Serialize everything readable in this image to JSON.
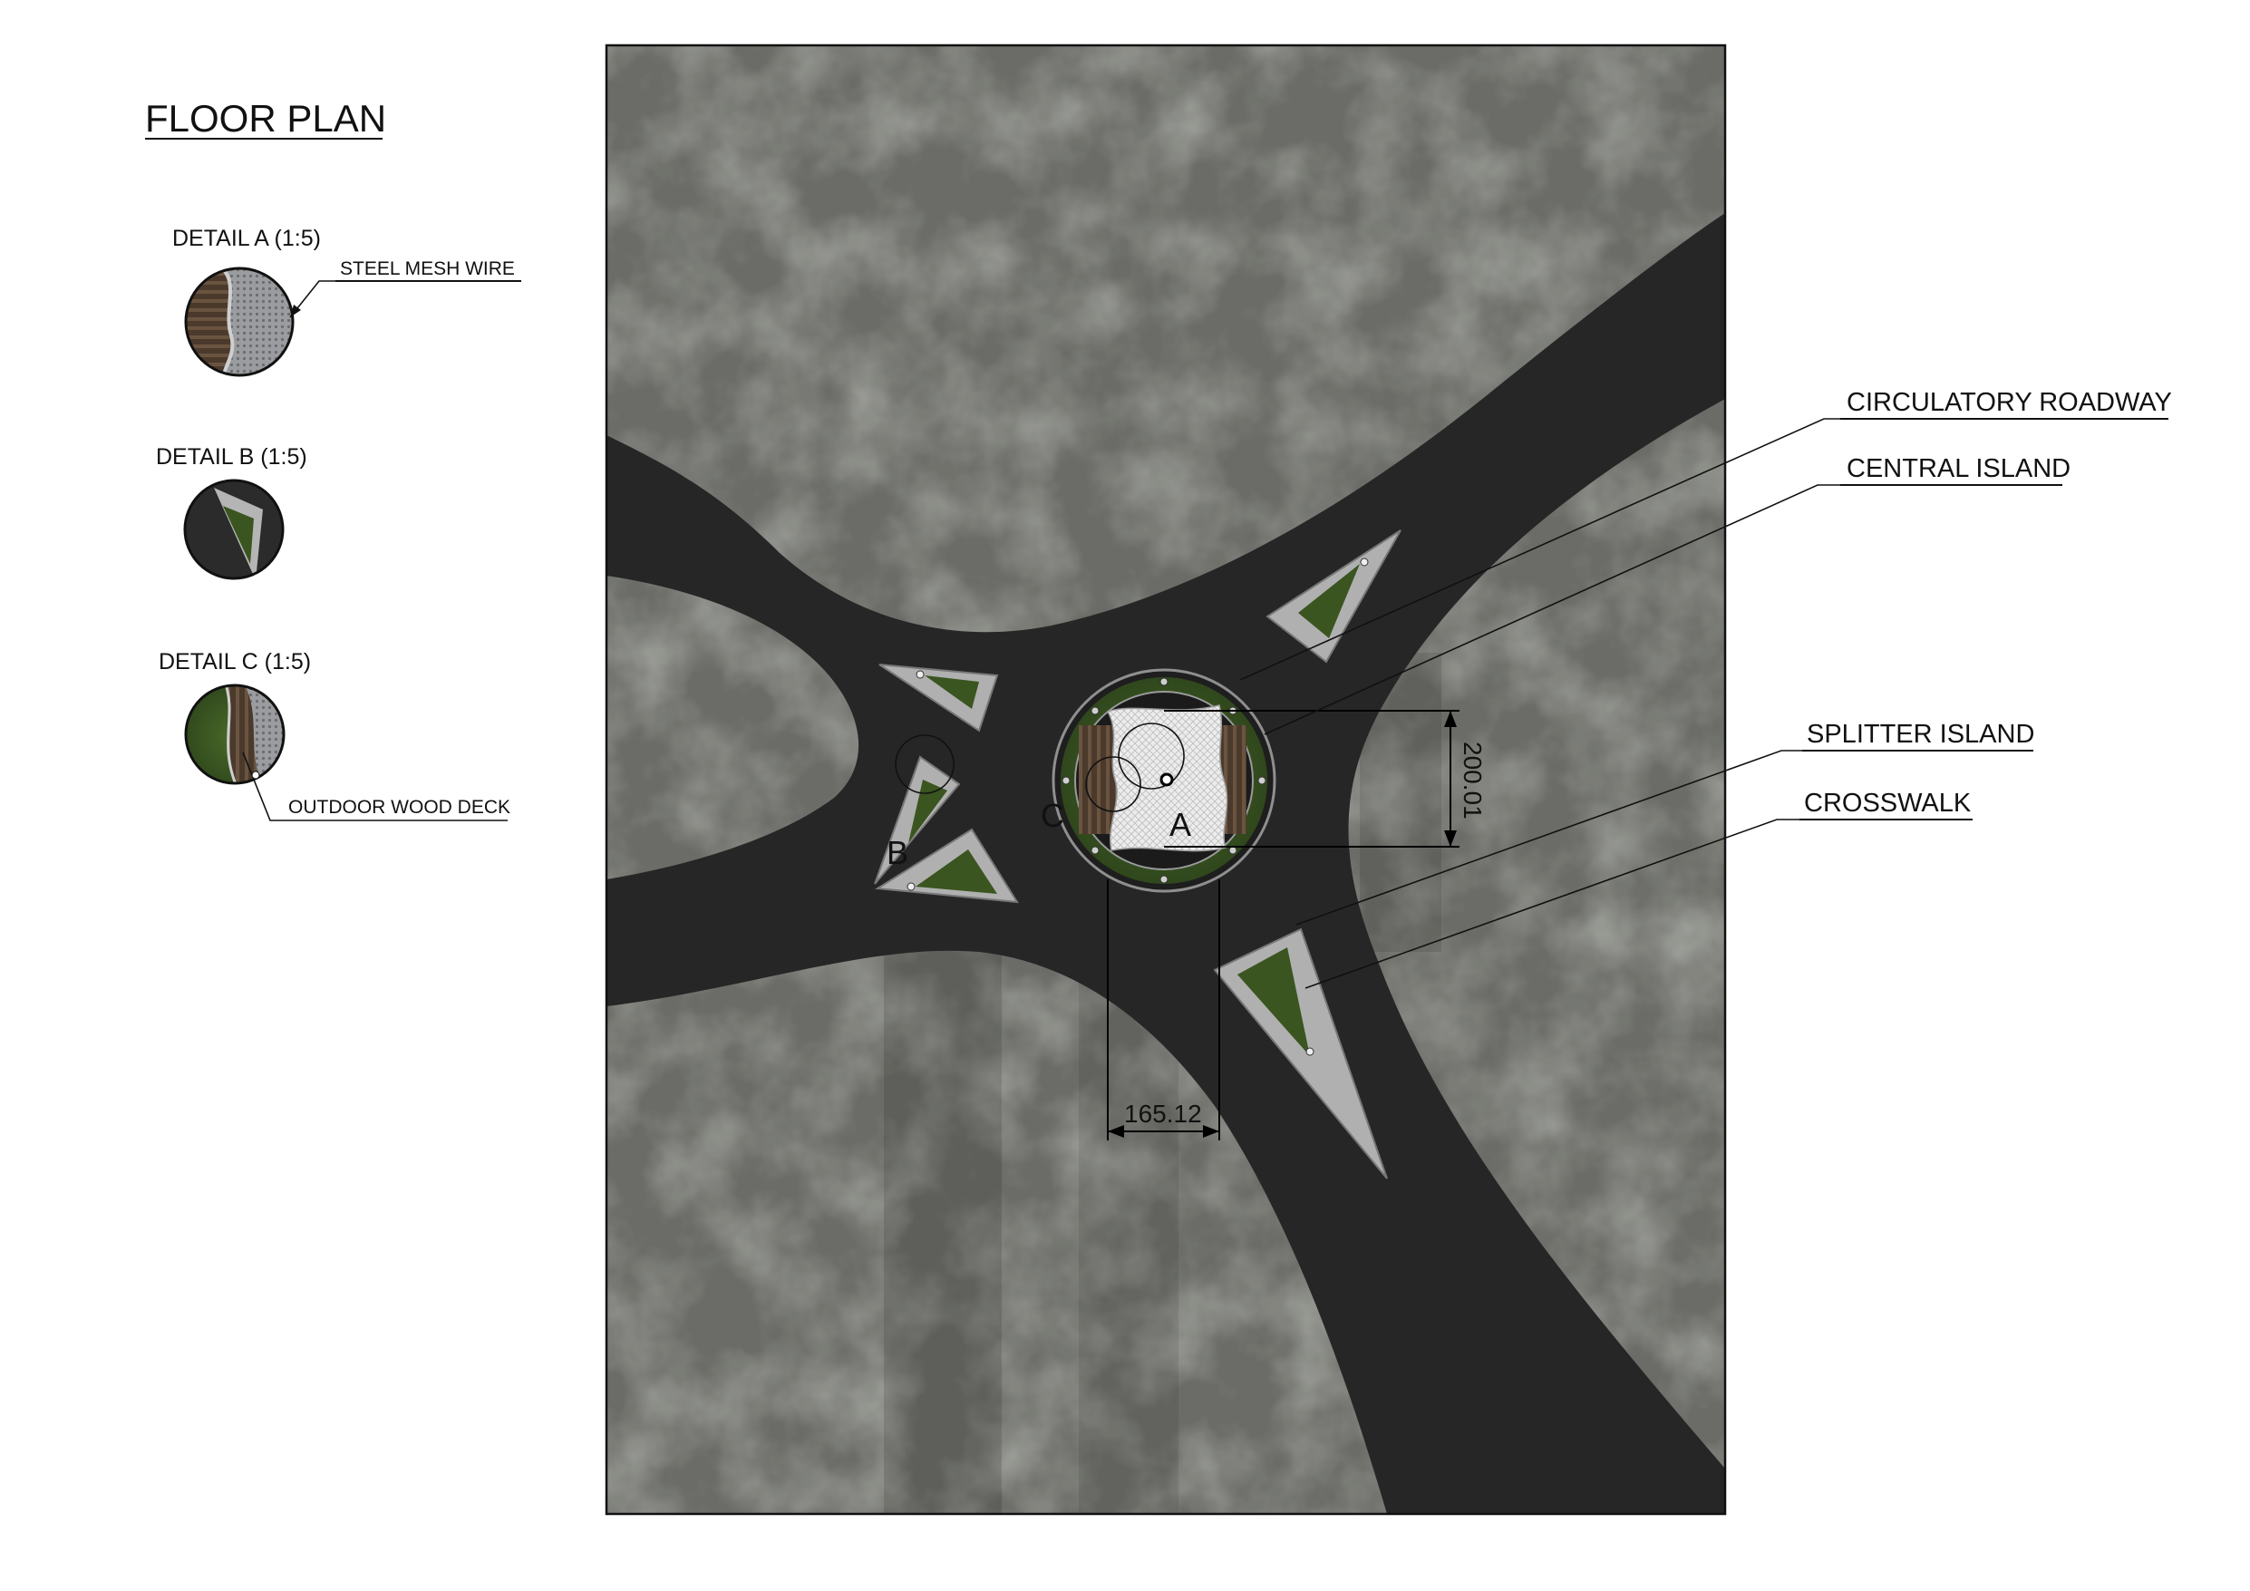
{
  "title": "FLOOR PLAN",
  "details": [
    {
      "id": "A",
      "title": "DETAIL A (1:5)",
      "label": "STEEL MESH WIRE"
    },
    {
      "id": "B",
      "title": "DETAIL B (1:5)",
      "label": ""
    },
    {
      "id": "C",
      "title": "DETAIL C (1:5)",
      "label": "OUTDOOR WOOD DECK"
    }
  ],
  "callouts": {
    "circulatory_roadway": "CIRCULATORY ROADWAY",
    "central_island": "CENTRAL ISLAND",
    "splitter_island": "SPLITTER ISLAND",
    "crosswalk": "CROSSWALK"
  },
  "dimensions": {
    "diameter_vertical": "200.01",
    "width_horizontal": "165.12"
  },
  "markers": {
    "a": "A",
    "b": "B",
    "c": "C"
  },
  "colors": {
    "concrete": "#6b6c67",
    "asphalt": "#262626",
    "grass": "#3c5a22",
    "curb": "#b8b8b8",
    "mesh": "#e6e6e6"
  }
}
